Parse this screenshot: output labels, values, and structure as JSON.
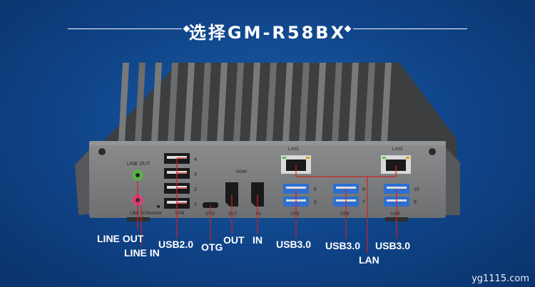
{
  "title": "选择GM-R58BX",
  "panel_labels": {
    "line_out": "LINE OUT",
    "line_in_recover": "LINE IN  Recover",
    "usb": "USB",
    "hdmi": "HDMI",
    "otg": "OTG",
    "out": "OUT",
    "in": "IN",
    "lan1": "LAN1",
    "lan2": "LAN2",
    "usb2_numbers": [
      "4",
      "3",
      "2",
      "1"
    ],
    "usb3_left_numbers": [
      "6",
      "5"
    ],
    "usb3_mid_numbers": [
      "8",
      "7"
    ],
    "usb3_right_numbers": [
      "10",
      "9"
    ]
  },
  "callouts": {
    "line_out": "LINE OUT",
    "line_in": "LINE IN",
    "usb20": "USB2.0",
    "otg": "OTG",
    "out": "OUT",
    "in": "IN",
    "usb30_a": "USB3.0",
    "usb30_b": "USB3.0",
    "lan": "LAN",
    "usb30_c": "USB3.0"
  },
  "watermark": "yg1115.com",
  "colors": {
    "background": "#0f4387",
    "device": "#5f6163",
    "panel": "#7b7d7f",
    "usb3_blue": "#2e6fd0",
    "line_out_green": "#5db04a",
    "line_in_pink": "#d6457a",
    "callout_line": "#d22020"
  }
}
